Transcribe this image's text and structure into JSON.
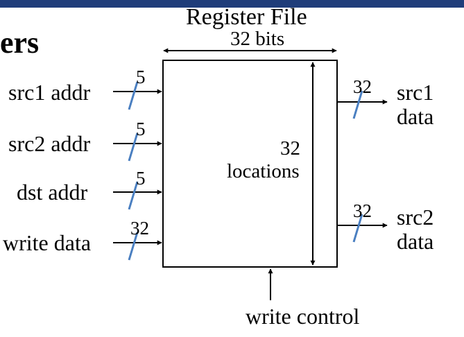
{
  "slide": {
    "heading_fragment": "ers",
    "banner_color": "#1f3d7a",
    "accent_color": "#4a7fc1"
  },
  "register_file": {
    "title": "Register File",
    "width_label": "32 bits",
    "depth_value": "32",
    "depth_label": "locations"
  },
  "inputs": [
    {
      "label": "src1 addr",
      "bus_width": "5"
    },
    {
      "label": "src2 addr",
      "bus_width": "5"
    },
    {
      "label": "dst addr",
      "bus_width": "5"
    },
    {
      "label": "write data",
      "bus_width": "32"
    }
  ],
  "outputs": [
    {
      "label_line1": "src1",
      "label_line2": "data",
      "bus_width": "32"
    },
    {
      "label_line1": "src2",
      "label_line2": "data",
      "bus_width": "32"
    }
  ],
  "control": {
    "label": "write control"
  }
}
